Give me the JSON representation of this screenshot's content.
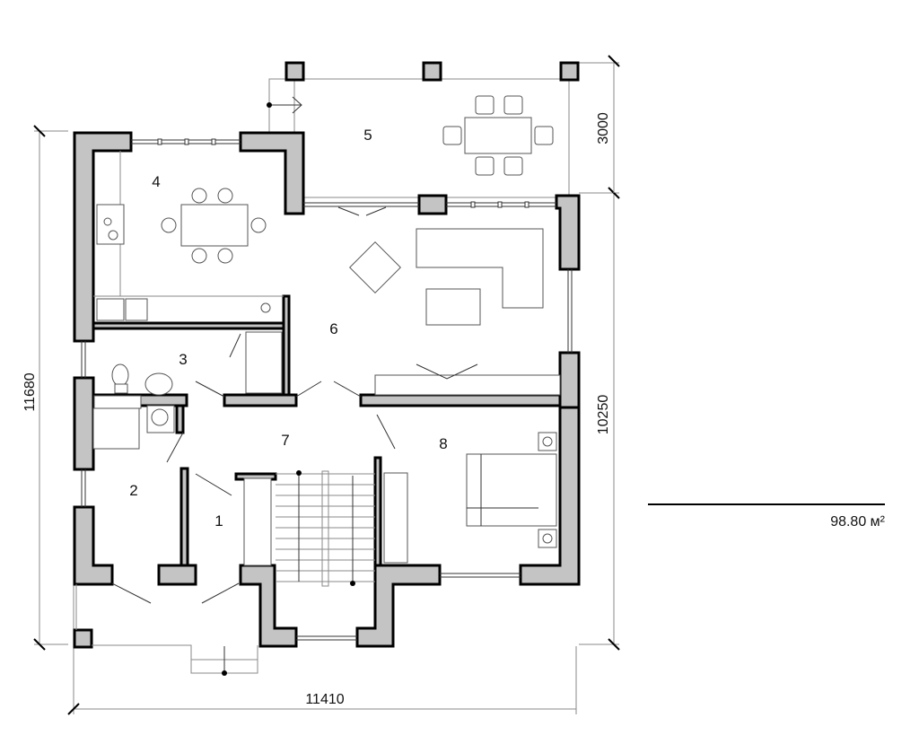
{
  "plan": {
    "rooms": [
      {
        "id": "1",
        "label": "1"
      },
      {
        "id": "2",
        "label": "2"
      },
      {
        "id": "3",
        "label": "3"
      },
      {
        "id": "4",
        "label": "4"
      },
      {
        "id": "5",
        "label": "5"
      },
      {
        "id": "6",
        "label": "6"
      },
      {
        "id": "7",
        "label": "7"
      },
      {
        "id": "8",
        "label": "8"
      }
    ],
    "dimensions": {
      "width": "11410",
      "height_total": "11680",
      "height_main": "10250",
      "terrace_depth": "3000"
    },
    "total_area": "98.80 м²"
  },
  "colors": {
    "wall_fill": "#c4c4c4",
    "wall_stroke": "#000000",
    "background": "#ffffff"
  }
}
